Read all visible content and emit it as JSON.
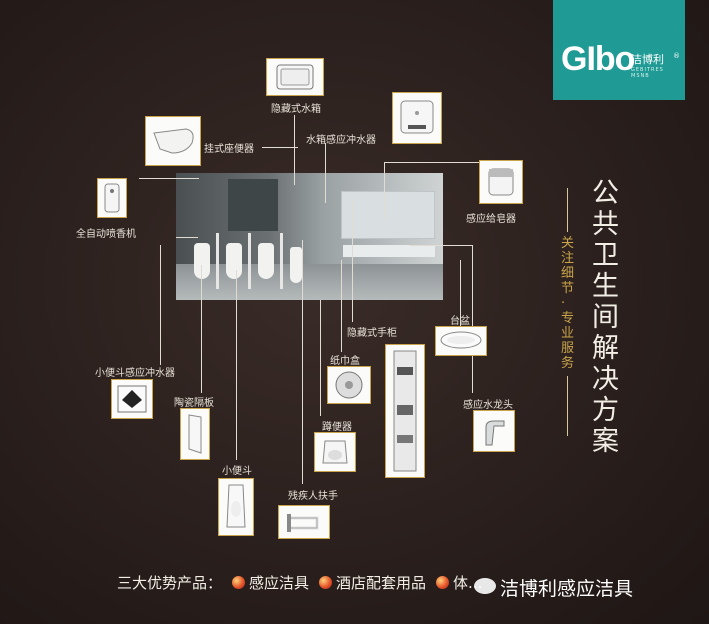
{
  "logo": {
    "mark": "GIbo",
    "cn": "洁博利",
    "reg": "®",
    "en": "GEBITRES MSNB"
  },
  "title": [
    "公",
    "共",
    "卫",
    "生",
    "间",
    "解",
    "决",
    "方",
    "案"
  ],
  "subtitle": [
    "关",
    "注",
    "细",
    "节",
    "·",
    "专",
    "业",
    "服",
    "务"
  ],
  "labels": {
    "hidden_tank": "隐藏式水箱",
    "wall_toilet": "挂式座便器",
    "tank_sensor": "水箱感应冲水器",
    "soap": "感应给皂器",
    "freshener": "全自动喷香机",
    "hidden_cabinet": "隐藏式手柜",
    "basin": "台盆",
    "tissue": "纸巾盒",
    "urinal_sensor": "小便斗感应冲水器",
    "partition": "陶瓷隔板",
    "squat": "蹲便器",
    "faucet": "感应水龙头",
    "urinal": "小便斗",
    "handrail": "残疾人扶手"
  },
  "bottom": {
    "lead": "三大优势产品：",
    "items": [
      "感应洁具",
      "酒店配套用品",
      "体..."
    ]
  },
  "watermark": "洁博利感应洁具",
  "colors": {
    "accent_gold": "#c9a44a",
    "brand_teal": "#1f9a94"
  }
}
